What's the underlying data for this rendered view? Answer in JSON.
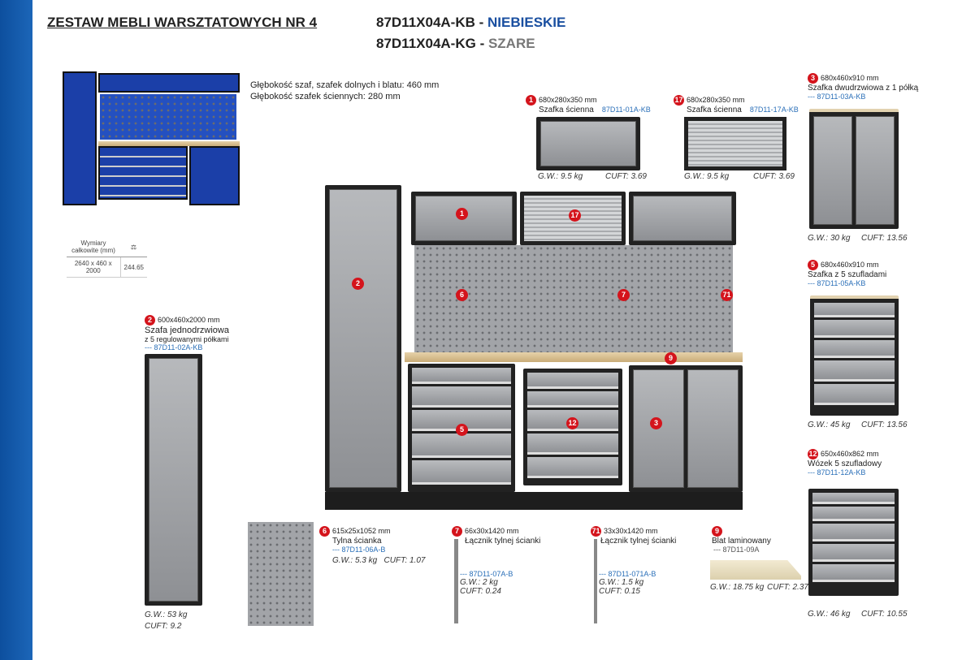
{
  "header": {
    "title": "ZESTAW MEBLI WARSZTATOWYCH NR 4",
    "variant1_code": "87D11X04A-KB - ",
    "variant1_color": "NIEBIESKIE",
    "variant2_code": "87D11X04A-KG - ",
    "variant2_color": "SZARE"
  },
  "depth": {
    "line1": "Głębokość szaf, szafek dolnych i blatu: 460 mm",
    "line2": "Głębokość szafek ściennych: 280 mm"
  },
  "dims_table": {
    "header": "Wymiary całkowite (mm)",
    "value": "2640 x 460 x 2000",
    "weight": "244.65"
  },
  "items": {
    "i2": {
      "num": "2",
      "size": "600x460x2000 mm",
      "name": "Szafa jednodrzwiowa",
      "name2": "z 5 regulowanymi półkami",
      "code": "--- 87D11-02A-KB",
      "gw": "G.W.: 53 kg",
      "cuft": "CUFT: 9.2"
    },
    "i1": {
      "num": "1",
      "size": "680x280x350 mm",
      "name": "Szafka ścienna",
      "code": "87D11-01A-KB",
      "gw": "G.W.: 9.5 kg",
      "cuft": "CUFT: 3.69"
    },
    "i17": {
      "num": "17",
      "size": "680x280x350 mm",
      "name": "Szafka ścienna",
      "code": "87D11-17A-KB",
      "gw": "G.W.: 9.5 kg",
      "cuft": "CUFT: 3.69"
    },
    "i3": {
      "num": "3",
      "size": "680x460x910 mm",
      "name": "Szafka dwudrzwiowa z 1 półką",
      "code": "--- 87D11-03A-KB",
      "gw": "G.W.: 30 kg",
      "cuft": "CUFT: 13.56"
    },
    "i5": {
      "num": "5",
      "size": "680x460x910 mm",
      "name": "Szafka z 5 szufladami",
      "code": "--- 87D11-05A-KB",
      "gw": "G.W.: 45 kg",
      "cuft": "CUFT: 13.56"
    },
    "i12": {
      "num": "12",
      "size": "650x460x862 mm",
      "name": "Wózek 5 szufladowy",
      "code": "--- 87D11-12A-KB",
      "gw": "G.W.: 46 kg",
      "cuft": "CUFT: 10.55"
    },
    "i6": {
      "num": "6",
      "size": "615x25x1052 mm",
      "name": "Tylna ścianka",
      "code": "--- 87D11-06A-B",
      "gw": "G.W.: 5.3 kg",
      "cuft": "CUFT: 1.07"
    },
    "i7": {
      "num": "7",
      "size": "66x30x1420 mm",
      "name": "Łącznik tylnej ścianki",
      "code": "--- 87D11-07A-B",
      "gw": "G.W.: 2 kg",
      "cuft": "CUFT: 0.24"
    },
    "i71": {
      "num": "71",
      "size": "33x30x1420 mm",
      "name": "Łącznik tylnej ścianki",
      "code": "--- 87D11-071A-B",
      "gw": "G.W.: 1.5 kg",
      "cuft": "CUFT: 0.15"
    },
    "i9": {
      "num": "9",
      "name": "Blat laminowany",
      "code": "--- 87D11-09A",
      "gw": "G.W.: 18.75 kg",
      "cuft": "CUFT: 2.37"
    }
  },
  "assembly_markers": {
    "m1": "1",
    "m17": "17",
    "m2": "2",
    "m6": "6",
    "m7": "7",
    "m71": "71",
    "m9": "9",
    "m5": "5",
    "m12": "12",
    "m3": "3"
  }
}
